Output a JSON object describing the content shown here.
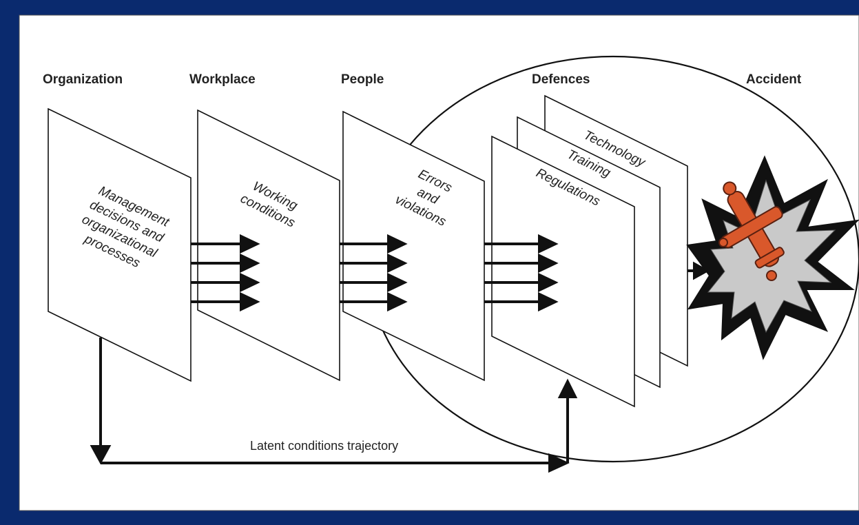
{
  "headers": {
    "organization": "Organization",
    "workplace": "Workplace",
    "people": "People",
    "defences": "Defences",
    "accident": "Accident"
  },
  "panels": {
    "organization": [
      "Management",
      "decisions and",
      "organizational",
      "processes"
    ],
    "workplace": [
      "Working",
      "conditions"
    ],
    "people": [
      "Errors",
      "and",
      "violations"
    ],
    "regulations": "Regulations",
    "training": "Training",
    "technology": "Technology"
  },
  "trajectory_label": "Latent conditions trajectory",
  "colors": {
    "frame": "#0a2a6e",
    "canvas": "#ffffff",
    "ink": "#111111",
    "plane": "#d9582b",
    "burst": "#c9c9c9"
  },
  "icons": {
    "accident": "plane-crash-burst-icon"
  }
}
